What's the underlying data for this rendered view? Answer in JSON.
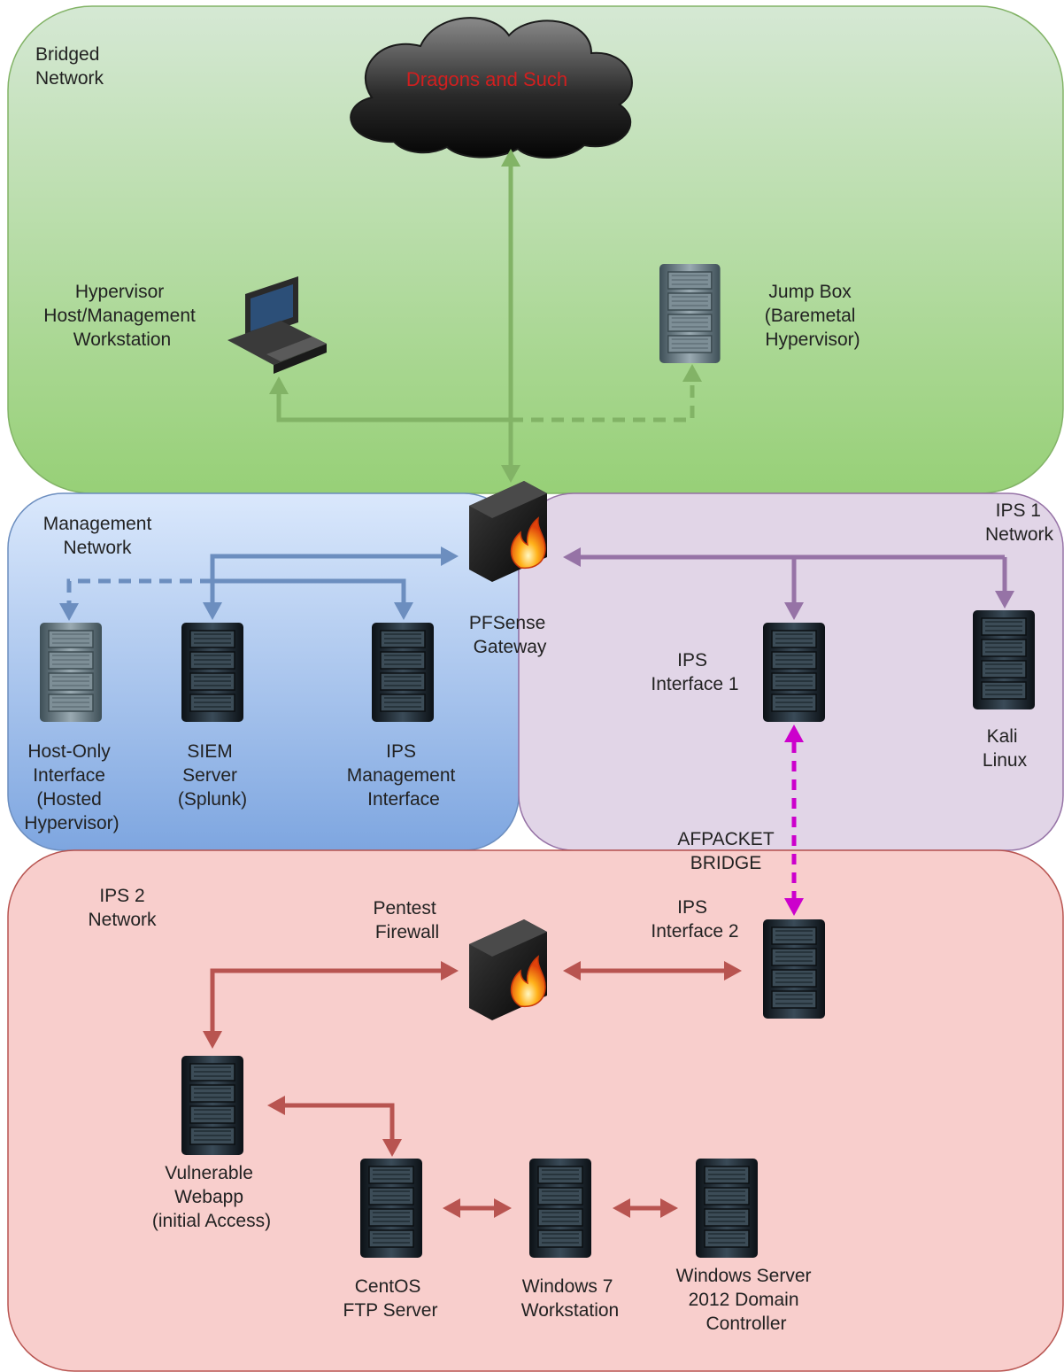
{
  "colors": {
    "bridged_top": "#d5e8d4",
    "bridged_bottom": "#97d077",
    "management_top": "#dae8fc",
    "management_bottom": "#7ea6e0",
    "ips1": "#e1d5e7",
    "ips2": "#f8cecc",
    "green_link": "#82b366",
    "blue_link": "#6c8ebf",
    "purple_link": "#9673a6",
    "red_link": "#b85450",
    "bridge_link": "#cc00cc",
    "cloud_text": "#d11f1f"
  },
  "regions": {
    "bridged": [
      "Bridged",
      "Network"
    ],
    "management": [
      "Management",
      "Network"
    ],
    "ips1": [
      "IPS 1",
      "Network"
    ],
    "ips2": [
      "IPS 2",
      "Network"
    ]
  },
  "cloud": {
    "label": "Dragons and Such"
  },
  "nodes": {
    "hypervisor_host": {
      "icon": "workstation-icon",
      "lines": [
        "Hypervisor",
        "Host/Management",
        "Workstation"
      ]
    },
    "jump_box": {
      "icon": "server-icon",
      "lines": [
        "Jump Box",
        "(Baremetal",
        "Hypervisor)"
      ]
    },
    "pfsense": {
      "icon": "firewall-icon",
      "lines": [
        "PFSense",
        "Gateway"
      ]
    },
    "host_only": {
      "icon": "server-icon",
      "lines": [
        "Host-Only",
        "Interface",
        "(Hosted",
        "Hypervisor)"
      ]
    },
    "siem": {
      "icon": "server-icon",
      "lines": [
        "SIEM",
        "Server",
        "(Splunk)"
      ]
    },
    "ips_mgmt": {
      "icon": "server-icon",
      "lines": [
        "IPS",
        "Management",
        "Interface"
      ]
    },
    "ips_if1": {
      "icon": "server-icon",
      "lines": [
        "IPS",
        "Interface 1"
      ]
    },
    "kali": {
      "icon": "server-icon",
      "lines": [
        "Kali",
        "Linux"
      ]
    },
    "pentest_fw": {
      "icon": "firewall-icon",
      "lines": [
        "Pentest",
        "Firewall"
      ]
    },
    "ips_if2": {
      "icon": "server-icon",
      "lines": [
        "IPS",
        "Interface 2"
      ]
    },
    "webapp": {
      "icon": "server-icon",
      "lines": [
        "Vulnerable",
        "Webapp",
        "(initial Access)"
      ]
    },
    "centos": {
      "icon": "server-icon",
      "lines": [
        "CentOS",
        "FTP Server"
      ]
    },
    "win7": {
      "icon": "server-icon",
      "lines": [
        "Windows 7",
        "Workstation"
      ]
    },
    "win2012": {
      "icon": "server-icon",
      "lines": [
        "Windows Server",
        "2012 Domain",
        "Controller"
      ]
    }
  },
  "edge_labels": {
    "afpacket": [
      "AFPACKET",
      "BRIDGE"
    ]
  }
}
